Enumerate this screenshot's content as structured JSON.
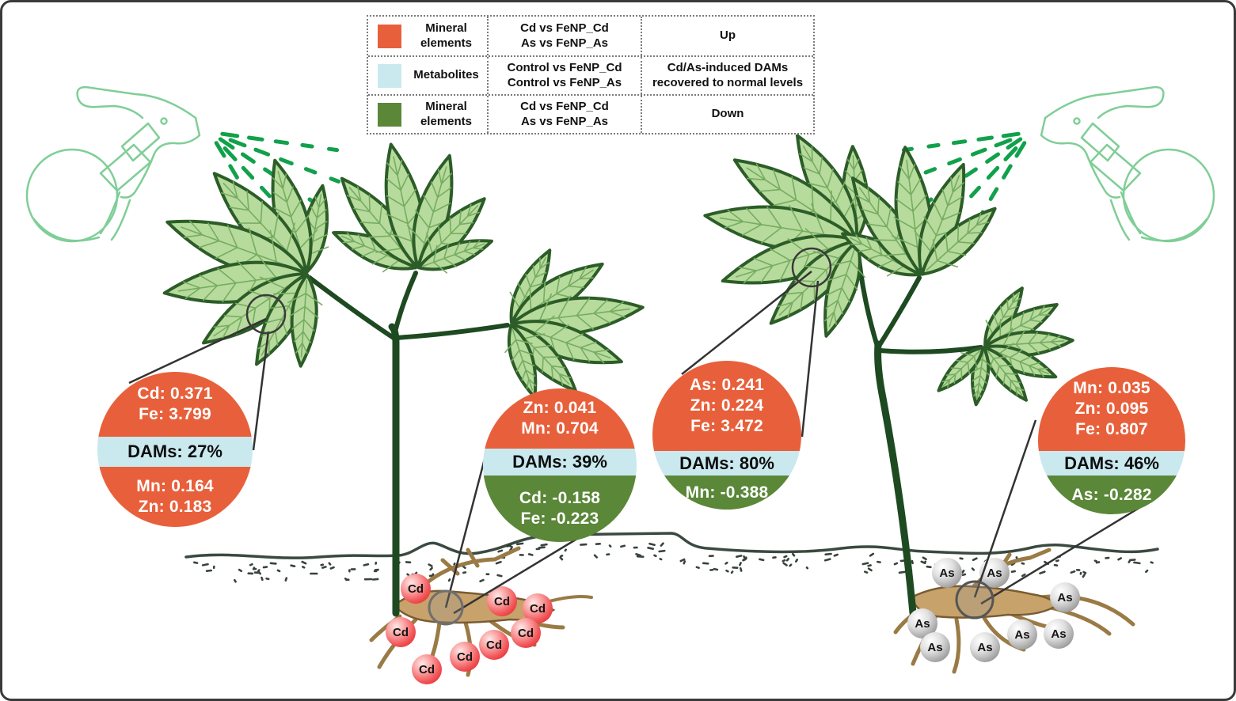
{
  "colors": {
    "orange": "#E8603B",
    "light_blue": "#C9E9EF",
    "green": "#5A8738",
    "cd_particle": "#E63335",
    "as_particle": "#969696",
    "spray": "#12A14B"
  },
  "legend": {
    "rows": [
      {
        "swatch_color": "#E8603B",
        "label": "Mineral elements",
        "comparisons": [
          "Cd vs FeNP_Cd",
          "As vs FeNP_As"
        ],
        "meaning": "Up"
      },
      {
        "swatch_color": "#C9E9EF",
        "label": "Metabolites",
        "comparisons": [
          "Control vs FeNP_Cd",
          "Control vs FeNP_As"
        ],
        "meaning": "Cd/As-induced DAMs recovered to normal levels"
      },
      {
        "swatch_color": "#5A8738",
        "label": "Mineral elements",
        "comparisons": [
          "Cd vs FeNP_Cd",
          "As vs FeNP_As"
        ],
        "meaning": "Down"
      }
    ]
  },
  "bubbles": [
    {
      "location": "left plant leaf",
      "up": [
        "Cd: 0.371",
        "Fe: 3.799"
      ],
      "dams": "DAMs: 27%",
      "down": [
        "Mn: 0.164",
        "Zn: 0.183"
      ],
      "up_color": "#E8603B",
      "band_color": "#C9E9EF",
      "down_color": "#E8603B"
    },
    {
      "location": "left plant root",
      "up": [
        "Zn: 0.041",
        "Mn: 0.704"
      ],
      "dams": "DAMs: 39%",
      "down": [
        "Cd: -0.158",
        "Fe: -0.223"
      ],
      "up_color": "#E8603B",
      "band_color": "#C9E9EF",
      "down_color": "#5A8738"
    },
    {
      "location": "right plant leaf",
      "up": [
        "As: 0.241",
        "Zn: 0.224",
        "Fe: 3.472"
      ],
      "dams": "DAMs: 80%",
      "down": [
        "Mn: -0.388"
      ],
      "up_color": "#E8603B",
      "band_color": "#C9E9EF",
      "down_color": "#5A8738"
    },
    {
      "location": "right plant root",
      "up": [
        "Mn: 0.035",
        "Zn: 0.095",
        "Fe: 0.807"
      ],
      "dams": "DAMs: 46%",
      "down": [
        "As: -0.282"
      ],
      "up_color": "#E8603B",
      "band_color": "#C9E9EF",
      "down_color": "#5A8738"
    }
  ],
  "particles": {
    "left_label": "Cd",
    "right_label": "As"
  }
}
